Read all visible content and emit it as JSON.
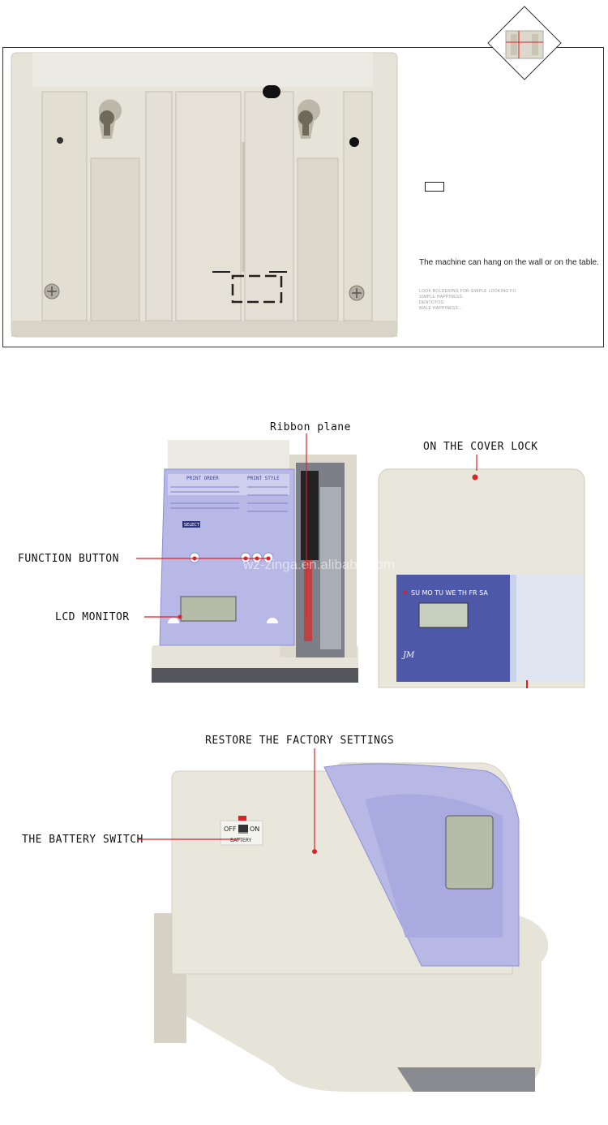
{
  "top_panel": {
    "caption": "The machine can hang on the wall or on the table.",
    "fine_print": [
      "LOOK BOLDERING FOR SIMPLE LOOKING FO",
      "SIMPLE HAPPINESS",
      "DENTOTOS:",
      "WALE HAPPINESS..."
    ]
  },
  "middle_panel": {
    "callouts": {
      "ribbon_plane": "Ribbon plane",
      "cover_lock": "ON THE COVER LOCK",
      "function_button": "FUNCTION BUTTON",
      "lcd_monitor": "LCD MONITOR"
    },
    "watermark": "wz-zinga.en.alibaba.com",
    "panel_texts": {
      "print_order": "PRINT ORDER",
      "print_style": "PRINT STYLE",
      "select": "SELECT",
      "day_strip": "SU MO TU WE TH FR SA",
      "brand": "JM"
    }
  },
  "bottom_panel": {
    "callouts": {
      "restore": "RESTORE THE FACTORY SETTINGS",
      "battery_switch": "THE BATTERY SWITCH"
    },
    "switch_labels": {
      "off": "OFF",
      "on": "ON",
      "battery": "BATTERY"
    }
  },
  "colors": {
    "device_body": "#e9e6db",
    "device_shadow": "#cfcabc",
    "panel_blue": "#b7b8e6",
    "panel_blue_dark": "#8d8fd4",
    "lcd": "#b5bca8",
    "callout_red": "#d8232a",
    "window_blue": "#4d59a8"
  }
}
